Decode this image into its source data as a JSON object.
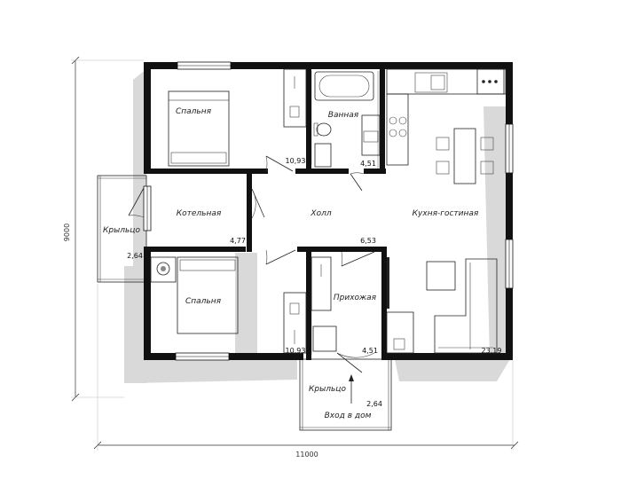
{
  "rooms": {
    "bedroom_top": {
      "label": "Спальня",
      "area": "10,93"
    },
    "bathroom": {
      "label": "Ванная",
      "area": "4,51"
    },
    "kitchen_living": {
      "label": "Кухня-гостиная",
      "area": "23,19"
    },
    "boiler_room": {
      "label": "Котельная",
      "area": "4,77"
    },
    "hall": {
      "label": "Холл",
      "area": "6,53"
    },
    "porch_left": {
      "label": "Крыльцо",
      "area": "2,64"
    },
    "bedroom_bottom": {
      "label": "Спальня",
      "area": "10,93"
    },
    "entry_hall": {
      "label": "Прихожая",
      "area": "4,51"
    },
    "porch_bottom": {
      "label": "Крыльцо",
      "area": "2,64"
    }
  },
  "entrance_label": "Вход в дом",
  "dimensions": {
    "width": "11000",
    "height": "9000"
  }
}
